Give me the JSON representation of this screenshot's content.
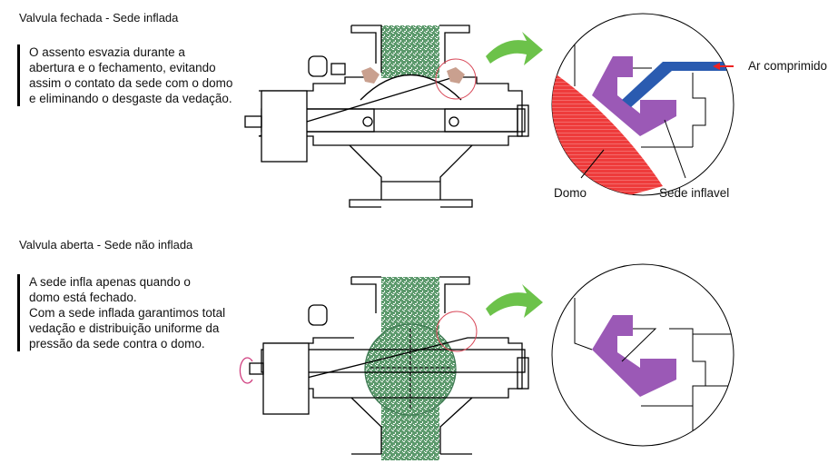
{
  "sections": [
    {
      "title": "Valvula fechada - Sede inflada",
      "description": "O assento esvazia durante a\nabertura e o fechamento, evitando\nassim o contato da sede com o domo\ne eliminando o desgaste da vedação.",
      "state": "closed",
      "seat_inflated": true
    },
    {
      "title": "Valvula aberta - Sede não inflada",
      "description": "A sede infla apenas quando o\ndomo está fechado.\nCom a sede inflada garantimos total\nvedação e distribuição uniforme da\npressão da sede contra o domo.",
      "state": "open",
      "seat_inflated": false
    }
  ],
  "detail_labels": {
    "air": "Ar comprimido",
    "dome": "Domo",
    "seat": "Sede inflavel"
  },
  "colors": {
    "material_green": "#4f8f63",
    "arrow_green": "#6cc24a",
    "seat_purple": "#9b59b6",
    "dome_red": "#ee3b3b",
    "air_blue": "#2a5bb0",
    "highlight_red": "#d94a5a",
    "seat_tan": "#c9a08f",
    "rotation_pink": "#d04080"
  }
}
